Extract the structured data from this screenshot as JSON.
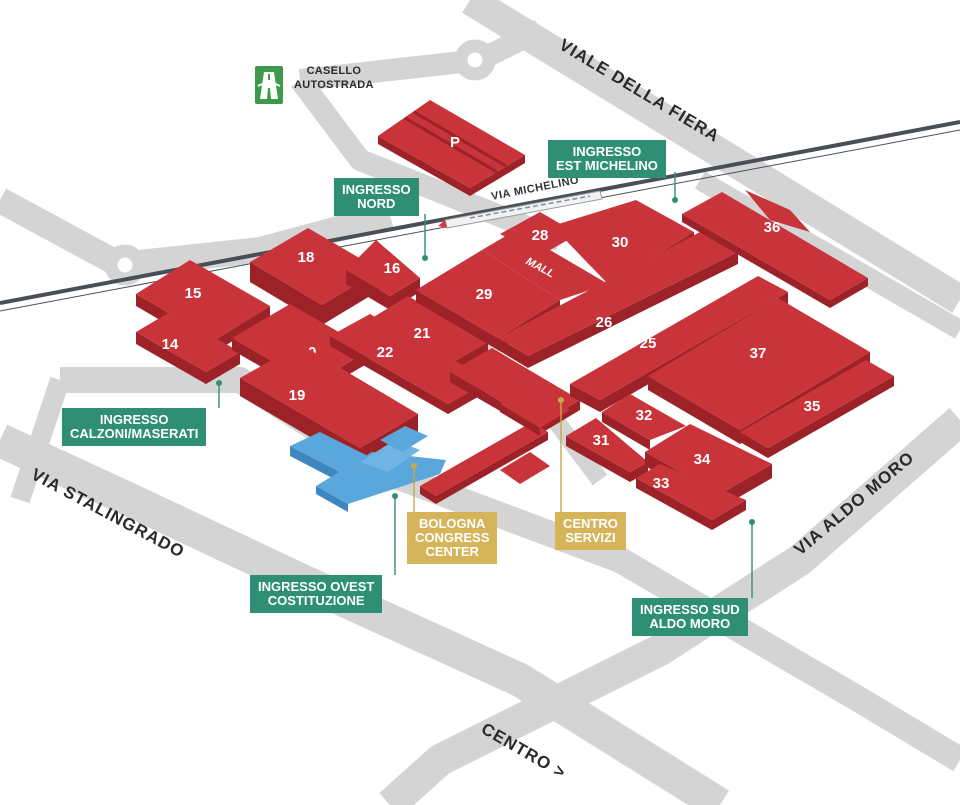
{
  "roads": {
    "viale_della_fiera": "VIALE DELLA FIERA",
    "via_stalingrado": "VIA STALINGRADO",
    "via_aldo_moro": "VIA ALDO MORO",
    "centro": "CENTRO >",
    "via_michelino": "VIA MICHELINO"
  },
  "casello": {
    "line1": "CASELLO",
    "line2": "AUTOSTRADA",
    "icon": "motorway-icon"
  },
  "halls": {
    "h14": "14",
    "h15": "15",
    "h16": "16",
    "h18": "18",
    "h19": "19",
    "h20": "20",
    "h21": "21",
    "h22": "22",
    "h25": "25",
    "h26": "26",
    "h28": "28",
    "h29": "29",
    "h30": "30",
    "h31": "31",
    "h32": "32",
    "h33": "33",
    "h34": "34",
    "h35": "35",
    "h36": "36",
    "h37": "37",
    "parking": "P",
    "mall": "MALL"
  },
  "entrances": {
    "nord": {
      "line1": "INGRESSO",
      "line2": "NORD"
    },
    "est_michelino": {
      "line1": "INGRESSO",
      "line2": "EST MICHELINO"
    },
    "calzoni": {
      "line1": "INGRESSO",
      "line2": "CALZONI/MASERATI"
    },
    "ovest": {
      "line1": "INGRESSO OVEST",
      "line2": "COSTITUZIONE"
    },
    "sud": {
      "line1": "INGRESSO SUD",
      "line2": "ALDO MORO"
    }
  },
  "services": {
    "congress": {
      "line1": "BOLOGNA",
      "line2": "CONGRESS",
      "line3": "CENTER"
    },
    "centro_servizi": {
      "line1": "CENTRO",
      "line2": "SERVIZI"
    }
  },
  "colors": {
    "hall": "#c8343a",
    "hall_shade": "#9c2227",
    "congress_building": "#5aa7dc",
    "entrance_label": "#2f8f74",
    "service_label": "#d6b45a",
    "road": "#d4d4d4",
    "rail": "#4a4f55"
  }
}
